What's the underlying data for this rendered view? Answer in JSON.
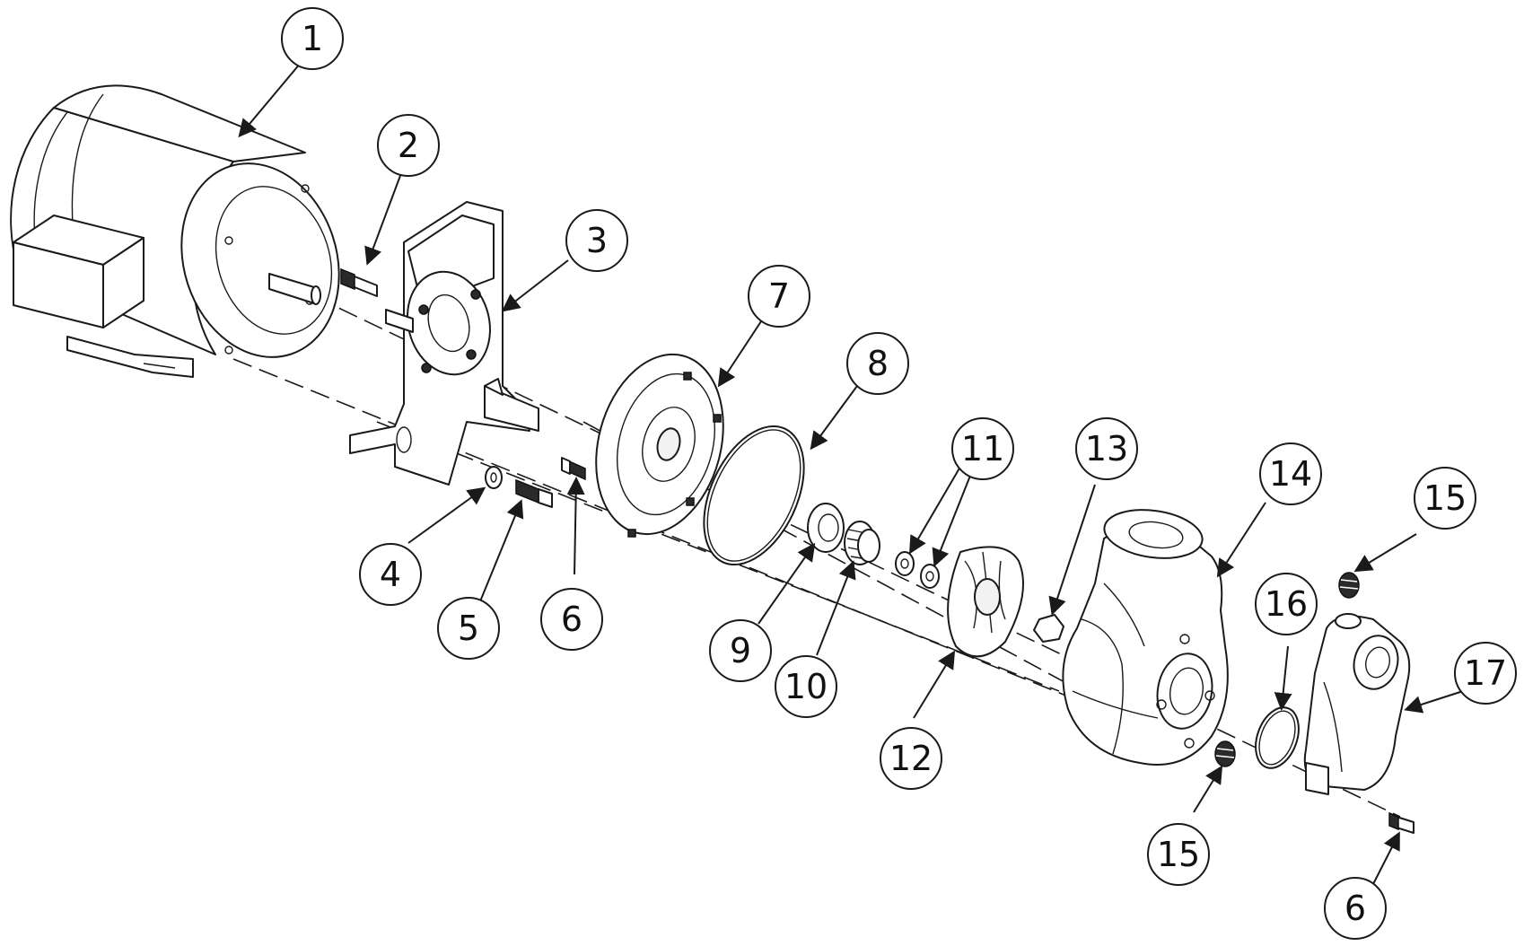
{
  "callouts": [
    {
      "label": "1",
      "part": "motor"
    },
    {
      "label": "2",
      "part": "bolt"
    },
    {
      "label": "3",
      "part": "adapter-bracket"
    },
    {
      "label": "4",
      "part": "washer"
    },
    {
      "label": "5",
      "part": "bolt"
    },
    {
      "label": "6",
      "part": "screw"
    },
    {
      "label": "7",
      "part": "backplate"
    },
    {
      "label": "8",
      "part": "o-ring"
    },
    {
      "label": "9",
      "part": "seal-seat"
    },
    {
      "label": "10",
      "part": "seal-spring"
    },
    {
      "label": "11",
      "part": "shim-washers"
    },
    {
      "label": "12",
      "part": "impeller"
    },
    {
      "label": "13",
      "part": "impeller-nut"
    },
    {
      "label": "14",
      "part": "pump-casing"
    },
    {
      "label": "15",
      "part": "drain-plug"
    },
    {
      "label": "16",
      "part": "o-ring"
    },
    {
      "label": "17",
      "part": "cover"
    },
    {
      "label": "15",
      "part": "drain-plug"
    },
    {
      "label": "6",
      "part": "screw"
    }
  ],
  "colors": {
    "line": "#1a1a1a",
    "background": "#ffffff"
  }
}
